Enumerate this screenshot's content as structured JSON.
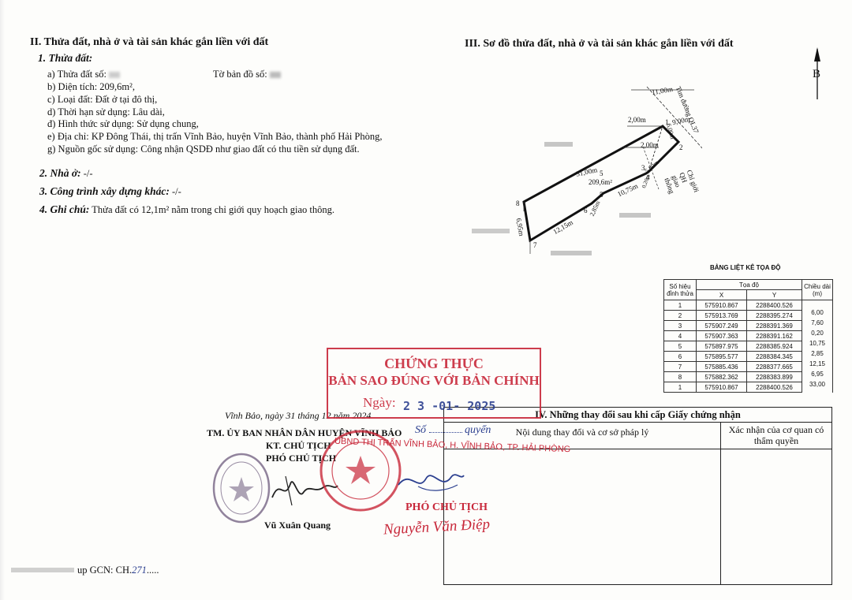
{
  "section2": {
    "title": "II. Thửa đất, nhà ở và tài sản khác gắn liền với đất",
    "sub1": "1. Thửa đất:",
    "a_left": "a) Thửa đất số: ",
    "a_right": "Tờ bản đồ số: ",
    "b": "b) Diện tích: 209,6m²,",
    "c": "c) Loại đất: Đất ở tại đô thị,",
    "d": "d) Thời hạn sử dụng: Lâu dài,",
    "dd": "đ) Hình thức sử dụng: Sử dụng chung,",
    "e": "e) Địa chỉ: KP Đông Thái, thị trấn Vĩnh Bảo, huyện Vĩnh Bảo, thành phố Hải Phòng,",
    "g": "g) Nguồn gốc sử dụng: Công nhận QSDĐ như giao đất có thu tiền sử dụng đất.",
    "sub2": "2. Nhà ở:",
    "sub2_val": " -/-",
    "sub3": "3. Công trình xây dựng khác:",
    "sub3_val": " -/-",
    "sub4": "4. Ghi chú:",
    "sub4_val": " Thửa đất có 12,1m² nằm trong chỉ giới quy hoạch giao thông."
  },
  "section3": {
    "title": "III. Sơ đồ thửa đất, nhà ở và tài sản khác gắn liền với đất",
    "north": "B",
    "diagram": {
      "dims": [
        "11,00m",
        "9,00m",
        "2,00m",
        "2,00m",
        "6,00m",
        "31,00m",
        "5,60m",
        "0,20m",
        "10,75m",
        "2,85m",
        "12,15m",
        "6,95m"
      ],
      "parcel_no": "5",
      "area": "209,6m²",
      "road": "Tim đường QL37",
      "boundary": "Chỉ giới QH giao thông",
      "points": [
        "1",
        "2",
        "3",
        "4",
        "5",
        "6",
        "7",
        "8"
      ]
    }
  },
  "coord_table": {
    "title": "BẢNG LIỆT KÊ TỌA ĐỘ",
    "h_point": "Số hiệu đỉnh thửa",
    "h_coord": "Tọa độ",
    "h_x": "X",
    "h_y": "Y",
    "h_len": "Chiều dài (m)",
    "rows": [
      {
        "p": "1",
        "x": "575910.867",
        "y": "2288400.526"
      },
      {
        "p": "2",
        "x": "575913.769",
        "y": "2288395.274"
      },
      {
        "p": "3",
        "x": "575907.249",
        "y": "2288391.369"
      },
      {
        "p": "4",
        "x": "575907.363",
        "y": "2288391.162"
      },
      {
        "p": "5",
        "x": "575897.975",
        "y": "2288385.924"
      },
      {
        "p": "6",
        "x": "575895.577",
        "y": "2288384.345"
      },
      {
        "p": "7",
        "x": "575885.436",
        "y": "2288377.665"
      },
      {
        "p": "8",
        "x": "575882.362",
        "y": "2288383.899"
      },
      {
        "p": "1",
        "x": "575910.867",
        "y": "2288400.526"
      }
    ],
    "lengths": [
      "6,00",
      "7,60",
      "0,20",
      "10,75",
      "2,85",
      "12,15",
      "6,95",
      "33,00"
    ]
  },
  "stamp": {
    "line1": "CHỨNG THỰC",
    "line2": "BẢN SAO ĐÚNG VỚI BẢN CHÍNH",
    "date_label": "Ngày:",
    "date_val": "2 3 -01- 2025",
    "book_prefix": "Số",
    "book_mid": "quyển",
    "org": "UBND THỊ TRẤN VĨNH BẢO, H. VĨNH BẢO, TP. HẢI PHÒNG",
    "title": "PHÓ CHỦ TỊCH",
    "name": "Nguyễn Văn Điệp"
  },
  "signing": {
    "place_date": "Vĩnh Bảo, ngày 31 tháng 12 năm 2024",
    "authority": "TM. ỦY BAN NHÂN DÂN HUYỆN VĨNH BẢO",
    "kt": "KT. CHỦ TỊCH",
    "vice": "PHÓ CHỦ TỊCH",
    "name": "Vũ Xuân Quang"
  },
  "section4": {
    "title": "IV. Những thay đổi sau khi cấp Giấy chứng nhận",
    "col1": "Nội dung thay đổi và cơ sở pháp lý",
    "col2": "Xác nhận của cơ quan có thẩm quyền"
  },
  "footer": {
    "gcn": "up GCN: CH.",
    "gcn_num": "271",
    "dots": "....."
  },
  "colors": {
    "stamp_red": "#c8283a",
    "ink_blue": "#2b3f8f"
  }
}
